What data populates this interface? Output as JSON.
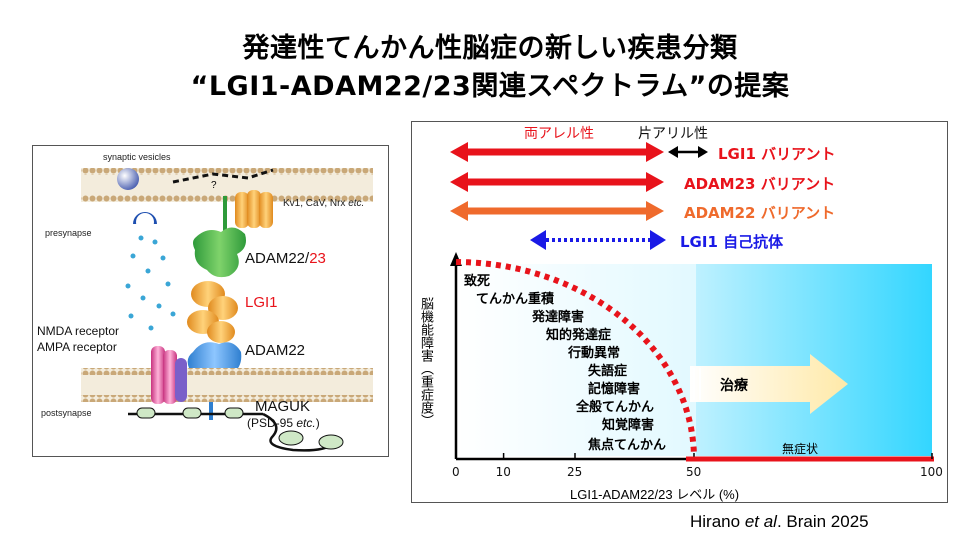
{
  "title_line1": "発達性てんかん性脳症の新しい疾患分類",
  "title_line2": "“LGI1-ADAM22/23関連スペクトラム”の提案",
  "synapse": {
    "synaptic_vesicles": "synaptic vesicles",
    "channels": "Kv1, CaV, Nrx",
    "channels_etc": "etc.",
    "presynapse": "presynapse",
    "adam22_23_a": "ADAM22/",
    "adam22_23_b": "23",
    "lgi1": "LGI1",
    "nmda": "NMDA receptor",
    "ampa": "AMPA receptor",
    "adam22": "ADAM22",
    "postsynapse": "postsynapse",
    "maguk": "MAGUK",
    "psd95_a": "(PSD-95 ",
    "psd95_b": "etc.",
    "psd95_c": ")",
    "question": "?"
  },
  "variants": [
    {
      "arrow_label": "両アレル性",
      "extra_label": "片アリル性",
      "name": "LGI1 バリアント",
      "color": "#e8131b"
    },
    {
      "arrow_label": "両アレル性",
      "name": "ADAM23 バリアント",
      "color": "#e8131b"
    },
    {
      "arrow_label": "両アレル性",
      "name": "ADAM22 バリアント",
      "color": "#ef6a2c"
    },
    {
      "name": "LGI1 自己抗体",
      "color": "#1a1ae6"
    }
  ],
  "chart_data": {
    "type": "diagram",
    "ylabel": "脳機能障害（重症度）",
    "xlabel": "LGI1-ADAM22/23 レベル (%)",
    "xticks": [
      "0",
      "10",
      "25",
      "50",
      "100"
    ],
    "tick_values": [
      0,
      10,
      25,
      50,
      100
    ],
    "xlim": [
      0,
      100
    ],
    "symptoms": [
      {
        "text": "致死",
        "color": "#e8131b"
      },
      {
        "text": "てんかん重積",
        "color": "#e8131b"
      },
      {
        "text": "発達障害",
        "color": "#e8131b"
      },
      {
        "text": "知的発達症",
        "color": "#e8131b"
      },
      {
        "text": "行動異常",
        "color": "#e8131b"
      },
      {
        "text": "失語症",
        "color": "#1a1ae6"
      },
      {
        "text": "記憶障害",
        "color": "#1a1ae6"
      },
      {
        "text": "全般てんかん",
        "color": "#111111"
      },
      {
        "text": "知覚障害",
        "color": "#111111"
      },
      {
        "text": "焦点てんかん",
        "color": "#111111"
      }
    ],
    "treatment_label": "治療",
    "no_symptom_label": "無症状",
    "curve_color": "#e8131b",
    "region_color": "#33d6ff"
  },
  "citation": {
    "author": "Hirano ",
    "etal": "et al",
    "rest": ". Brain 2025"
  }
}
